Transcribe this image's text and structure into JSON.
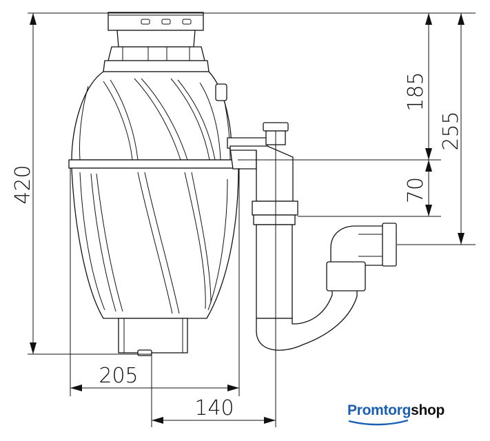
{
  "dimensions": {
    "total_height": "420",
    "upper_height": "185",
    "outlet_height": "255",
    "pipe_height": "70",
    "body_width": "205",
    "outlet_offset": "140"
  },
  "logo": {
    "brand_part": "Promtorg",
    "suffix_part": "shop",
    "brand_color": "#1a5fb4"
  }
}
